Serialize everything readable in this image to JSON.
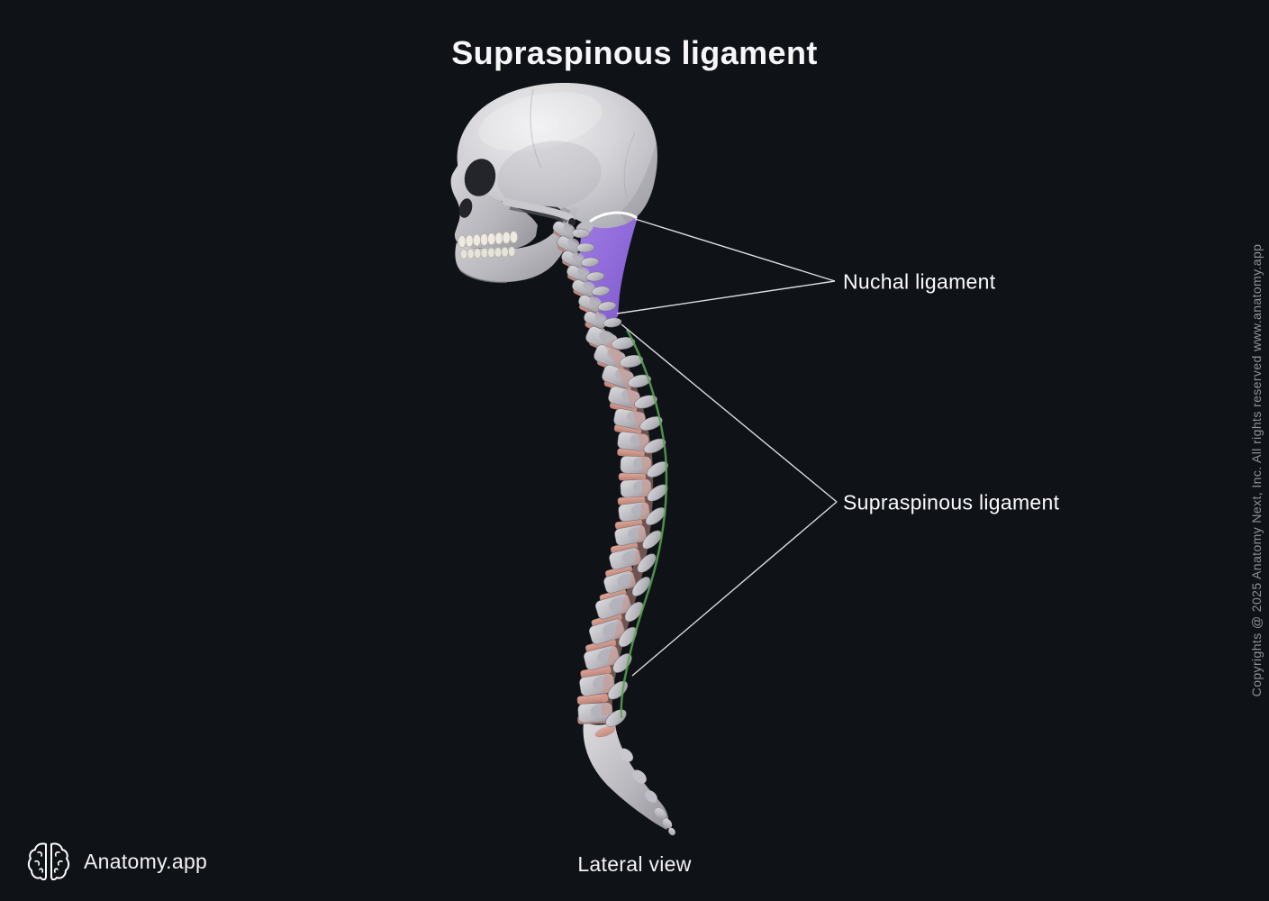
{
  "title": "Supraspinous ligament",
  "view_caption": "Lateral view",
  "brand": {
    "name": "Anatomy.app",
    "logo_icon": "brain-icon"
  },
  "copyright_notice": "Copyrights @ 2025 Anatomy Next, Inc. All rights reserved www.anatomy.app",
  "annotations": [
    {
      "label": "Nuchal ligament",
      "highlight_color": "#8a63d4"
    },
    {
      "label": "Supraspinous ligament",
      "highlight_color": "#5aa554"
    }
  ],
  "colors": {
    "background": "#0f1217",
    "text_primary": "#f6f6f8",
    "text_muted": "#8e9298",
    "bone": "#c9c8ce",
    "intervertebral_disc": "#d09a8d",
    "nuchal_highlight": "#8a63d4",
    "supraspinous_highlight": "#5aa554",
    "leader_line": "#e9e9ec"
  }
}
